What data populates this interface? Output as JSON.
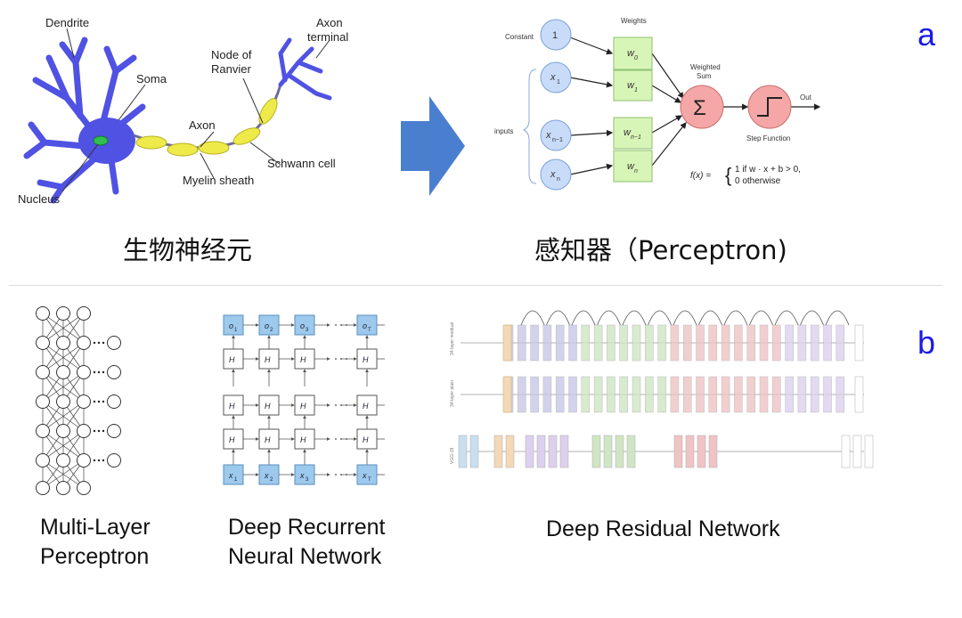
{
  "panel_a": {
    "letter": "a",
    "neuron": {
      "labels": {
        "dendrite": "Dendrite",
        "soma": "Soma",
        "nucleus": "Nucleus",
        "axon": "Axon",
        "node_of_ranvier_1": "Node of",
        "node_of_ranvier_2": "Ranvier",
        "axon_terminal_1": "Axon",
        "axon_terminal_2": "terminal",
        "myelin_sheath": "Myelin sheath",
        "schwann_cell": "Schwann cell"
      },
      "caption": "生物神经元"
    },
    "perceptron": {
      "labels": {
        "weights": "Weights",
        "constant": "Constant",
        "inputs": "inputs",
        "weighted_1": "Weighted",
        "weighted_2": "Sum",
        "out": "Out",
        "step_function": "Step Function",
        "formula_left": "f(x) =",
        "formula_case1": "1   if  w · x + b > 0,",
        "formula_case2": "0   otherwise"
      },
      "nodes": [
        "1",
        "x",
        "x",
        "x"
      ],
      "node_subs": [
        "",
        "1",
        "n−1",
        "n"
      ],
      "weights": [
        "w",
        "w",
        "w",
        "w"
      ],
      "weight_subs": [
        "0",
        "1",
        "n−1",
        "n"
      ],
      "sum_symbol": "Σ",
      "caption": "感知器（Perceptron)"
    },
    "colors": {
      "neuron_body": "#4f52e2",
      "myelin": "#eeea4a",
      "nucleus": "#2fbf4f",
      "arrow": "#4a7fd0",
      "input_node": "#c8dcfa",
      "weight_box": "#d8f5b8",
      "sum_node": "#f5a7a7"
    }
  },
  "panel_b": {
    "letter": "b",
    "captions": {
      "mlp_1": "Multi-Layer",
      "mlp_2": "Perceptron",
      "rnn_1": "Deep Recurrent",
      "rnn_2": "Neural Network",
      "resnet": "Deep Residual Network"
    },
    "rnn": {
      "top_labels": [
        "o",
        "o",
        "o",
        "o"
      ],
      "top_subs": [
        "1",
        "2",
        "3",
        "T"
      ],
      "hidden_label": "H",
      "bottom_labels": [
        "x",
        "x",
        "x",
        "x"
      ],
      "bottom_subs": [
        "1",
        "2",
        "3",
        "T"
      ]
    },
    "resnet": {
      "row_labels": [
        "34-layer residual",
        "34-layer plain",
        "VGG-19"
      ]
    }
  }
}
